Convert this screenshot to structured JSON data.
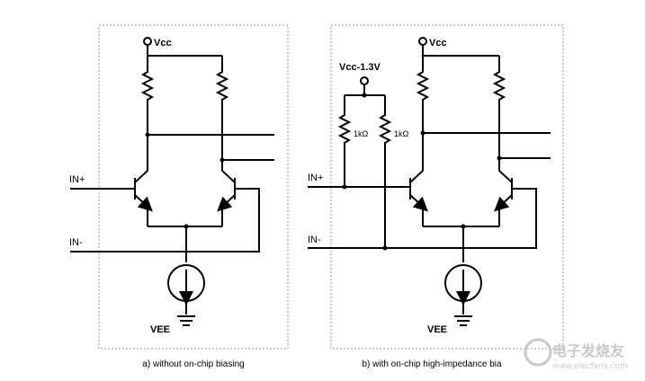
{
  "panel_a": {
    "supply_top": "Vcc",
    "supply_bottom": "VEE",
    "input_pos": "IN+",
    "input_neg": "IN-",
    "caption": "a) without on-chip biasing"
  },
  "panel_b": {
    "supply_top": "Vcc",
    "supply_bottom": "VEE",
    "bias_supply": "Vcc-1.3V",
    "bias_resistor_1": "1kΩ",
    "bias_resistor_2": "1kΩ",
    "input_pos": "IN+",
    "input_neg": "IN-",
    "caption": "b) with on-chip high-impedance bia"
  },
  "watermark": {
    "text": "电子发烧友",
    "url": "www.elecfans.com",
    "color": "#c9c9c9"
  }
}
